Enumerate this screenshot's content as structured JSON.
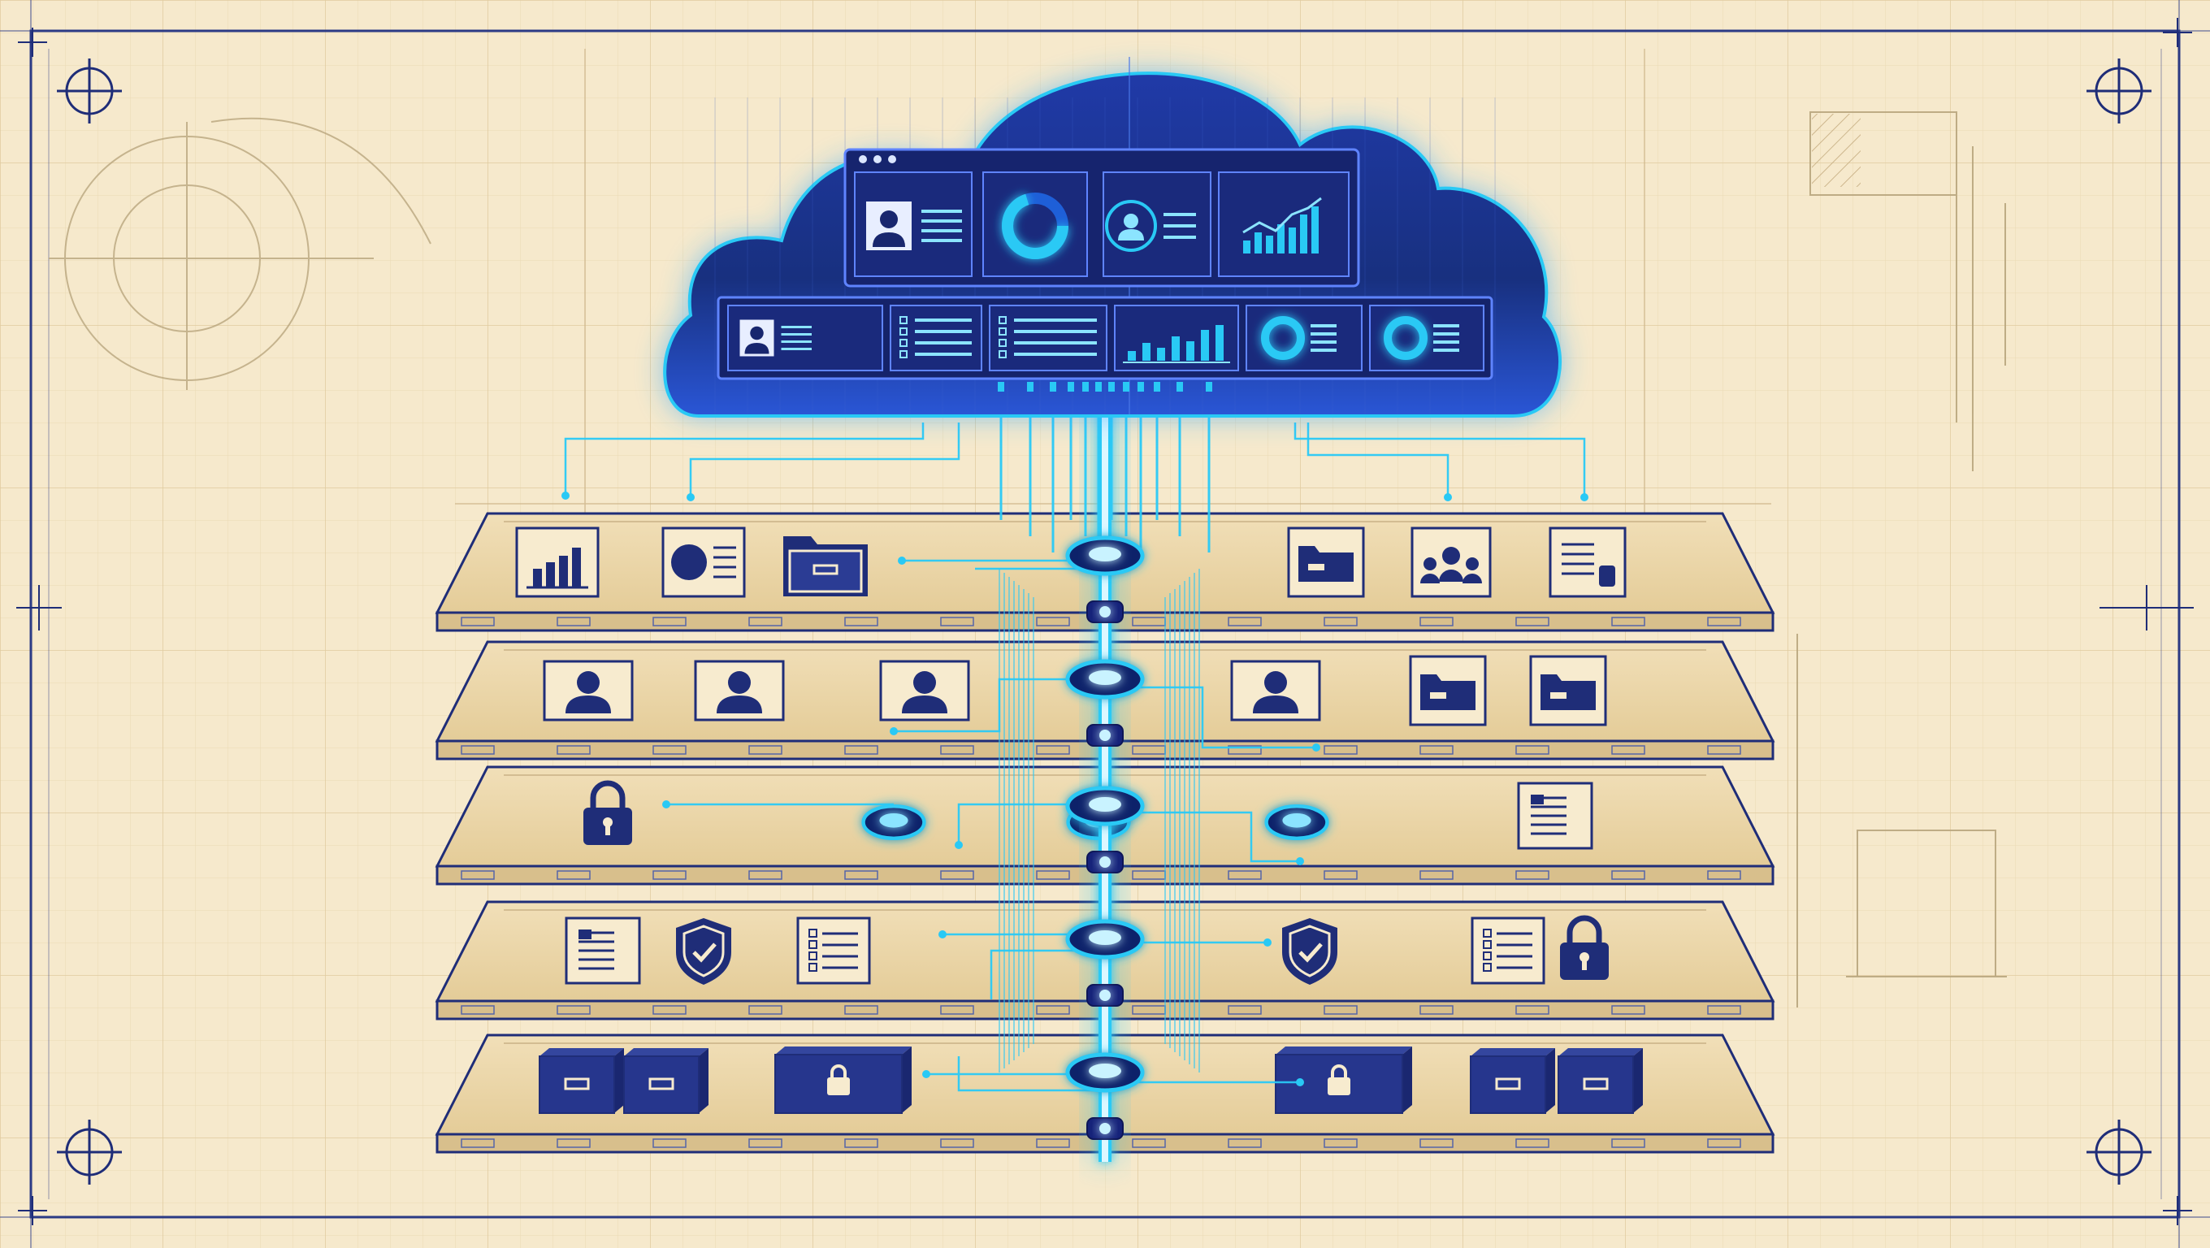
{
  "palette": {
    "paper": "#f6e9cc",
    "grid_fine": "#ead9b5",
    "grid_major": "#dcc69a",
    "ink": "#1f2d78",
    "ink_light": "#5665a8",
    "cloud_fill": "#1b2f9c",
    "cloud_deep": "#10207a",
    "screen": "#18266e",
    "glow": "#29c9f5",
    "glow_soft": "#8be4ff",
    "platform_top": "#ecd7ab",
    "platform_edge": "#d8bf8c"
  },
  "cloud": {
    "top_panels": [
      {
        "icon": "user-card-icon"
      },
      {
        "icon": "donut-chart-icon"
      },
      {
        "icon": "user-target-icon"
      },
      {
        "icon": "line-bar-chart-icon"
      }
    ],
    "bottom_panels": [
      {
        "icon": "user-card-icon"
      },
      {
        "icon": "checklist-icon"
      },
      {
        "icon": "checklist-icon"
      },
      {
        "icon": "bar-chart-icon"
      },
      {
        "icon": "donut-list-icon"
      },
      {
        "icon": "donut-list-icon"
      }
    ]
  },
  "layers": [
    {
      "id": "analytics",
      "icons": [
        "bar-chart-icon",
        "profile-document-icon",
        "folder-drawer-icon",
        "folder-icon",
        "team-icon",
        "database-document-icon"
      ]
    },
    {
      "id": "identity",
      "icons": [
        "user-icon",
        "user-icon",
        "user-icon",
        "user-icon",
        "folder-icon",
        "folder-icon"
      ]
    },
    {
      "id": "access",
      "icons": [
        "padlock-icon",
        "node-icon",
        "node-icon",
        "node-icon",
        "document-icon"
      ]
    },
    {
      "id": "compliance",
      "icons": [
        "document-icon",
        "shield-check-icon",
        "checklist-icon",
        "shield-check-icon",
        "checklist-icon",
        "padlock-icon"
      ]
    },
    {
      "id": "storage",
      "icons": [
        "drawer-box-icon",
        "drawer-box-icon",
        "locked-box-icon",
        "locked-box-icon",
        "drawer-box-icon",
        "drawer-box-icon"
      ]
    }
  ]
}
